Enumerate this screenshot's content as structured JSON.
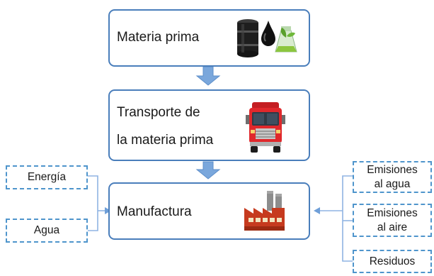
{
  "stages": {
    "raw_material": {
      "label": "Materia prima",
      "icon": "oil-barrel-and-plant-icon"
    },
    "transport": {
      "line1": "Transporte de",
      "line2": "la materia prima",
      "icon": "truck-icon"
    },
    "manufacture": {
      "label": "Manufactura",
      "icon": "factory-icon"
    }
  },
  "inputs": {
    "energy": "Energía",
    "water": "Agua"
  },
  "outputs": {
    "water_emissions": {
      "line1": "Emisiones",
      "line2": "al agua"
    },
    "air_emissions": {
      "line1": "Emisiones",
      "line2": "al aire"
    },
    "waste": "Residuos"
  },
  "colors": {
    "box_border": "#4a7ebb",
    "dashed_border": "#4f95cc",
    "arrow_fill": "#7aa7dc",
    "connector": "#8fb4e3"
  }
}
